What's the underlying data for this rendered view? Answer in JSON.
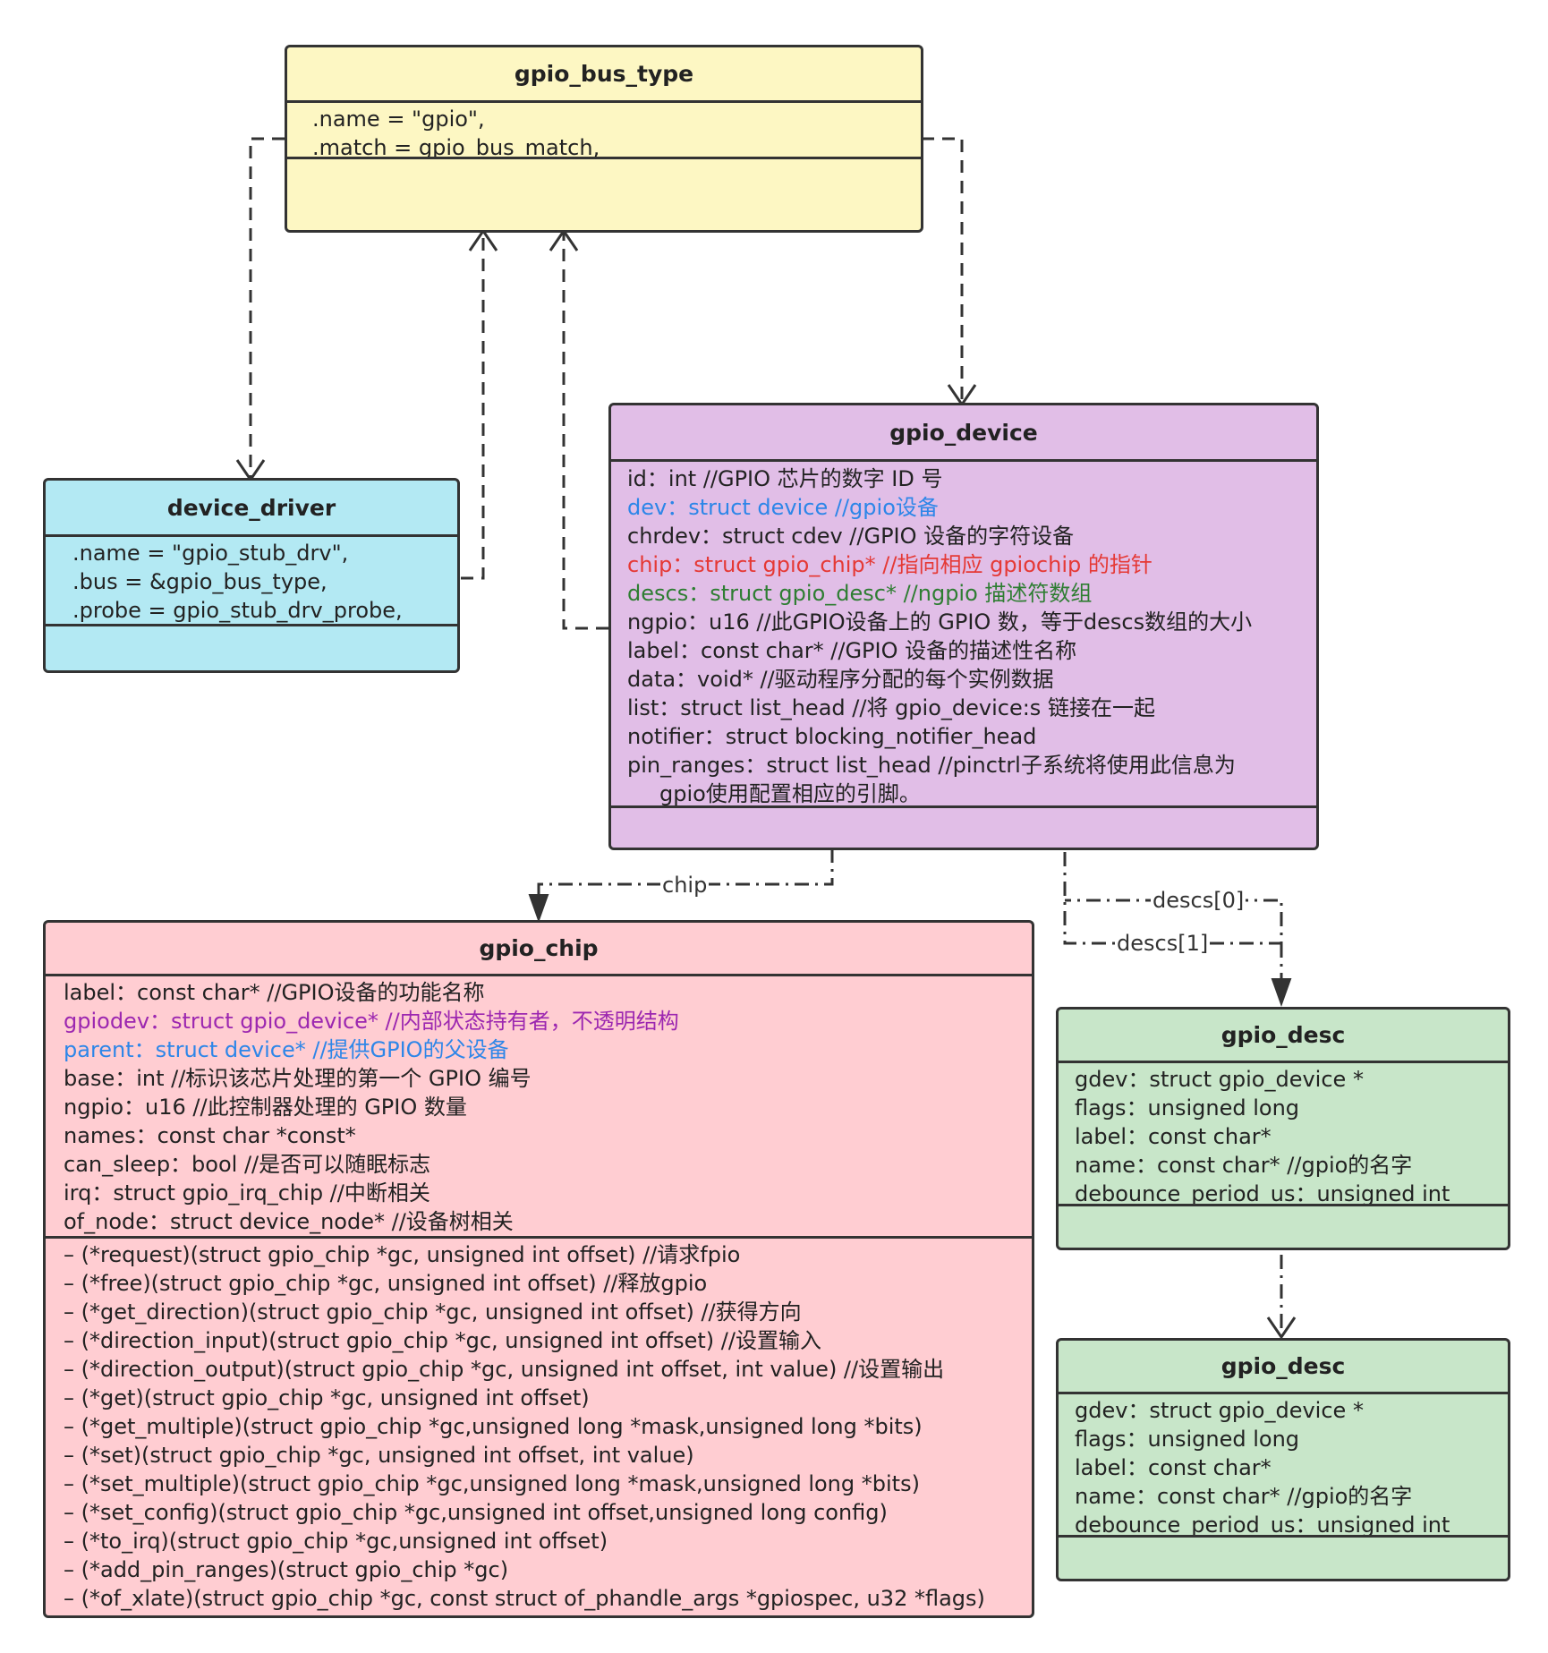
{
  "colors": {
    "bus": "#fdf7c3",
    "driver": "#b3e9f3",
    "device": "#e1bee7",
    "chip": "#ffcdd2",
    "desc": "#c8e6c9",
    "blue": "#2d86e8",
    "red": "#e53935",
    "green": "#2e7d32",
    "purple": "#9c27b0"
  },
  "bus": {
    "title": "gpio_bus_type",
    "fields": [
      ".name = \"gpio\",",
      ".match = gpio_bus_match,"
    ]
  },
  "driver": {
    "title": "device_driver",
    "fields": [
      ".name = \"gpio_stub_drv\",",
      ".bus = &gpio_bus_type,",
      ".probe = gpio_stub_drv_probe,"
    ]
  },
  "device": {
    "title": "gpio_device",
    "fields": [
      "id：int //GPIO 芯片的数字 ID 号",
      "dev：struct device //gpio设备",
      "chrdev：struct cdev //GPIO 设备的字符设备",
      "chip：struct gpio_chip* //指向相应 gpiochip 的指针",
      "descs：struct gpio_desc* //ngpio 描述符数组",
      "ngpio：u16 //此GPIO设备上的 GPIO 数，等于descs数组的大小",
      "label：const char* //GPIO 设备的描述性名称",
      "data：void* //驱动程序分配的每个实例数据",
      "list：struct list_head //将 gpio_device:s 链接在一起",
      "notifier：struct blocking_notifier_head",
      "pin_ranges：struct list_head //pinctrl子系统将使用此信息为",
      "gpio使用配置相应的引脚。"
    ]
  },
  "chip": {
    "title": "gpio_chip",
    "fields": [
      "label：const char* //GPIO设备的功能名称",
      "gpiodev：struct gpio_device* //内部状态持有者，不透明结构",
      "parent：struct device* //提供GPIO的父设备",
      "base：int //标识该芯片处理的第一个 GPIO 编号",
      "ngpio：u16 //此控制器处理的 GPIO 数量",
      "names：const char  *const*",
      "can_sleep：bool //是否可以随眠标志",
      "irq：struct gpio_irq_chip //中断相关",
      "of_node：struct device_node* //设备树相关"
    ],
    "methods": [
      "– (*request)(struct gpio_chip *gc, unsigned int offset) //请求fpio",
      "– (*free)(struct gpio_chip *gc, unsigned int offset) //释放gpio",
      "– (*get_direction)(struct gpio_chip *gc, unsigned int offset) //获得方向",
      "– (*direction_input)(struct gpio_chip *gc, unsigned int offset) //设置输入",
      "– (*direction_output)(struct gpio_chip *gc, unsigned int offset, int value) //设置输出",
      "– (*get)(struct gpio_chip *gc, unsigned int offset)",
      "– (*get_multiple)(struct gpio_chip *gc,unsigned long *mask,unsigned long *bits)",
      "– (*set)(struct gpio_chip *gc, unsigned int offset, int value)",
      "– (*set_multiple)(struct gpio_chip *gc,unsigned long *mask,unsigned long *bits)",
      "– (*set_config)(struct gpio_chip *gc,unsigned int offset,unsigned long config)",
      "– (*to_irq)(struct gpio_chip *gc,unsigned int offset)",
      "– (*add_pin_ranges)(struct gpio_chip *gc)",
      "– (*of_xlate)(struct gpio_chip *gc, const struct of_phandle_args *gpiospec, u32 *flags)"
    ]
  },
  "desc": {
    "title": "gpio_desc",
    "fields": [
      "gdev：struct gpio_device *",
      "flags：unsigned long",
      "label：const char*",
      "name：const char* //gpio的名字",
      "debounce_period_us：unsigned int"
    ]
  },
  "labels": {
    "chip": "chip",
    "descs0": "descs[0]",
    "descs1": "descs[1]"
  }
}
